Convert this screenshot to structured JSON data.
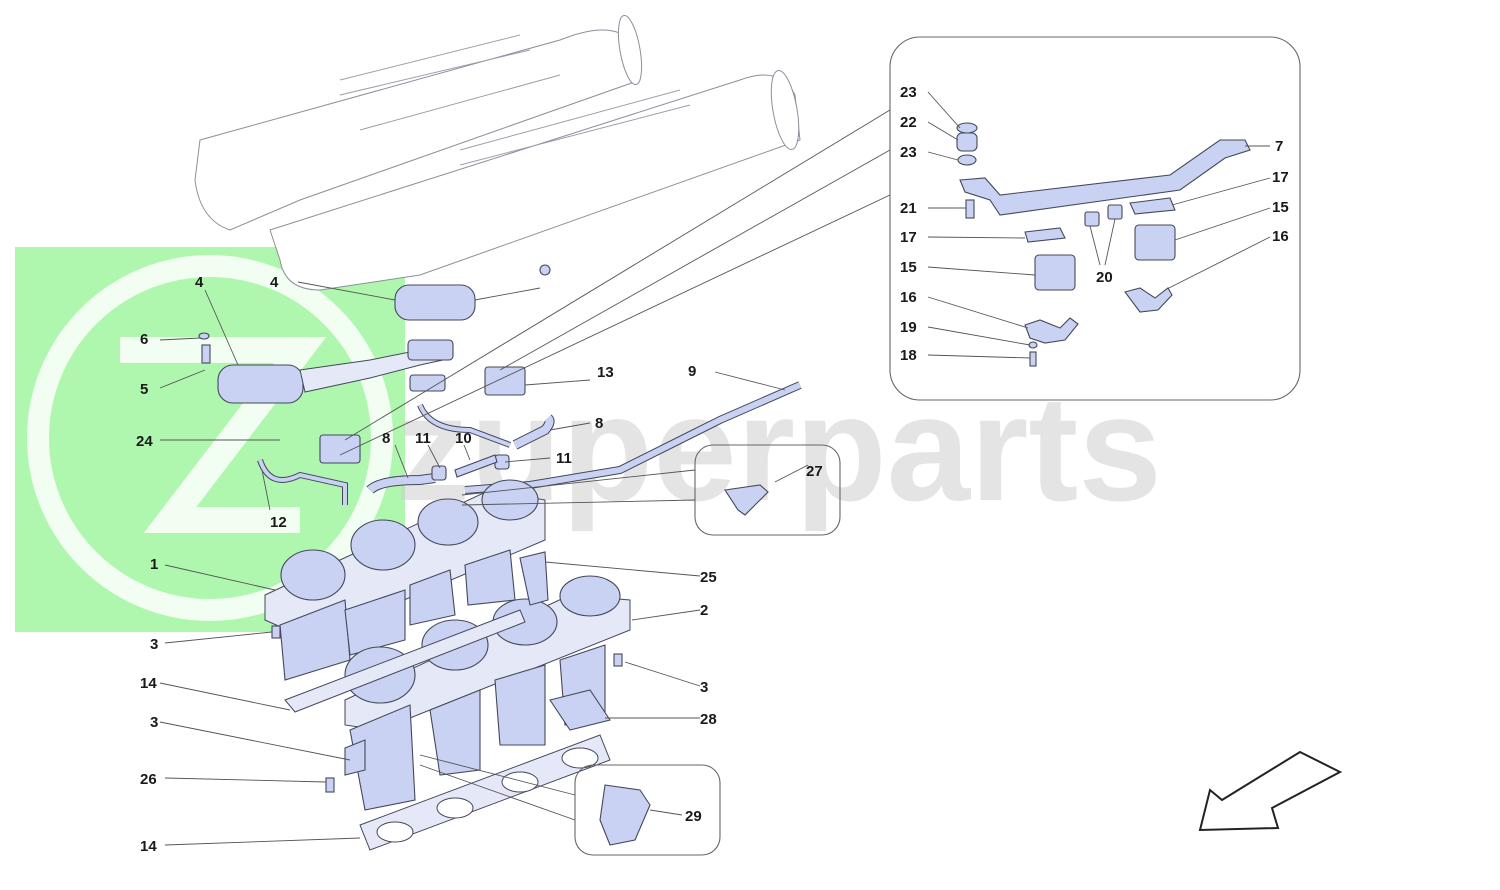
{
  "watermark": {
    "brand": "zuperparts",
    "accent": "#6ef06e"
  },
  "callouts": {
    "c1": "1",
    "c2": "2",
    "c3a": "3",
    "c3b": "3",
    "c3c": "3",
    "c4a": "4",
    "c4b": "4",
    "c5": "5",
    "c6": "6",
    "c7": "7",
    "c8a": "8",
    "c8b": "8",
    "c9": "9",
    "c10": "10",
    "c11a": "11",
    "c11b": "11",
    "c12": "12",
    "c13": "13",
    "c14a": "14",
    "c14b": "14",
    "c15a": "15",
    "c15b": "15",
    "c16a": "16",
    "c16b": "16",
    "c17a": "17",
    "c17b": "17",
    "c18": "18",
    "c19": "19",
    "c20": "20",
    "c21": "21",
    "c22": "22",
    "c23a": "23",
    "c23b": "23",
    "c24": "24",
    "c25": "25",
    "c26": "26",
    "c27": "27",
    "c28": "28",
    "c29": "29"
  },
  "icons": {
    "direction": "arrow-southwest-icon"
  }
}
